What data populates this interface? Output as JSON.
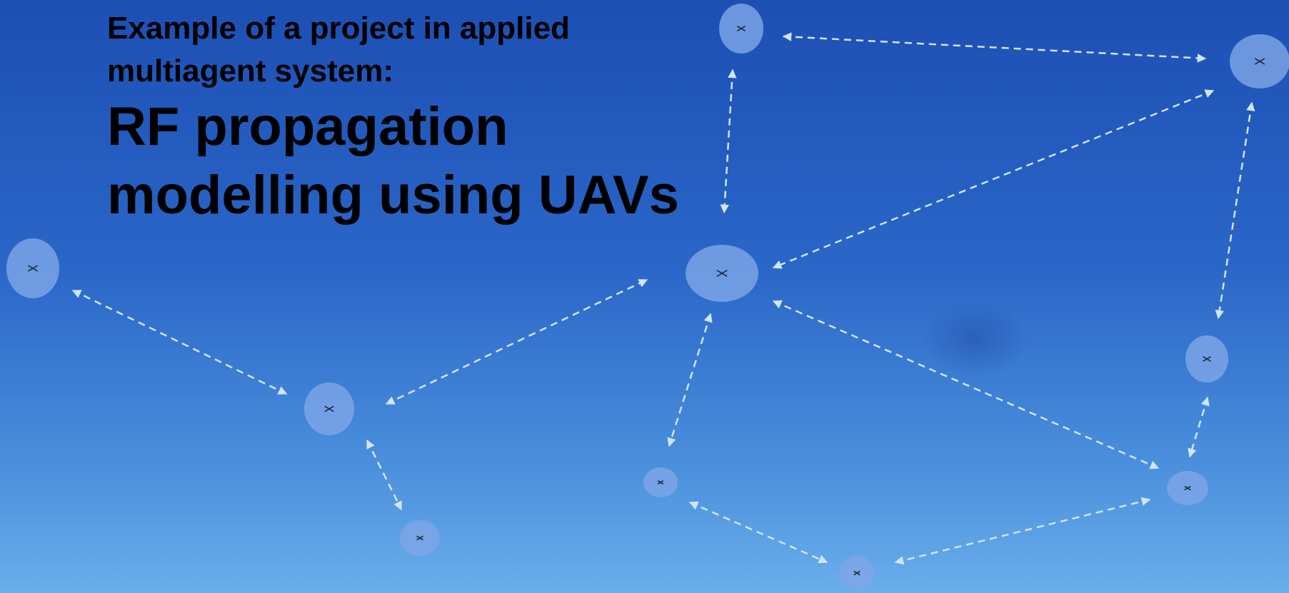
{
  "slide": {
    "subtitle": "Example of a project in applied multiagent system:",
    "title": "RF propagation modelling using UAVs"
  },
  "colors": {
    "sky_top": "#1d4fb3",
    "sky_bottom": "#6aaeeb",
    "node_fill": "#7ea6e6",
    "link_stroke": "#cfe6f5",
    "text": "#000000"
  },
  "icons": {
    "node": "uav-icon",
    "link": "dashed-double-arrow"
  }
}
